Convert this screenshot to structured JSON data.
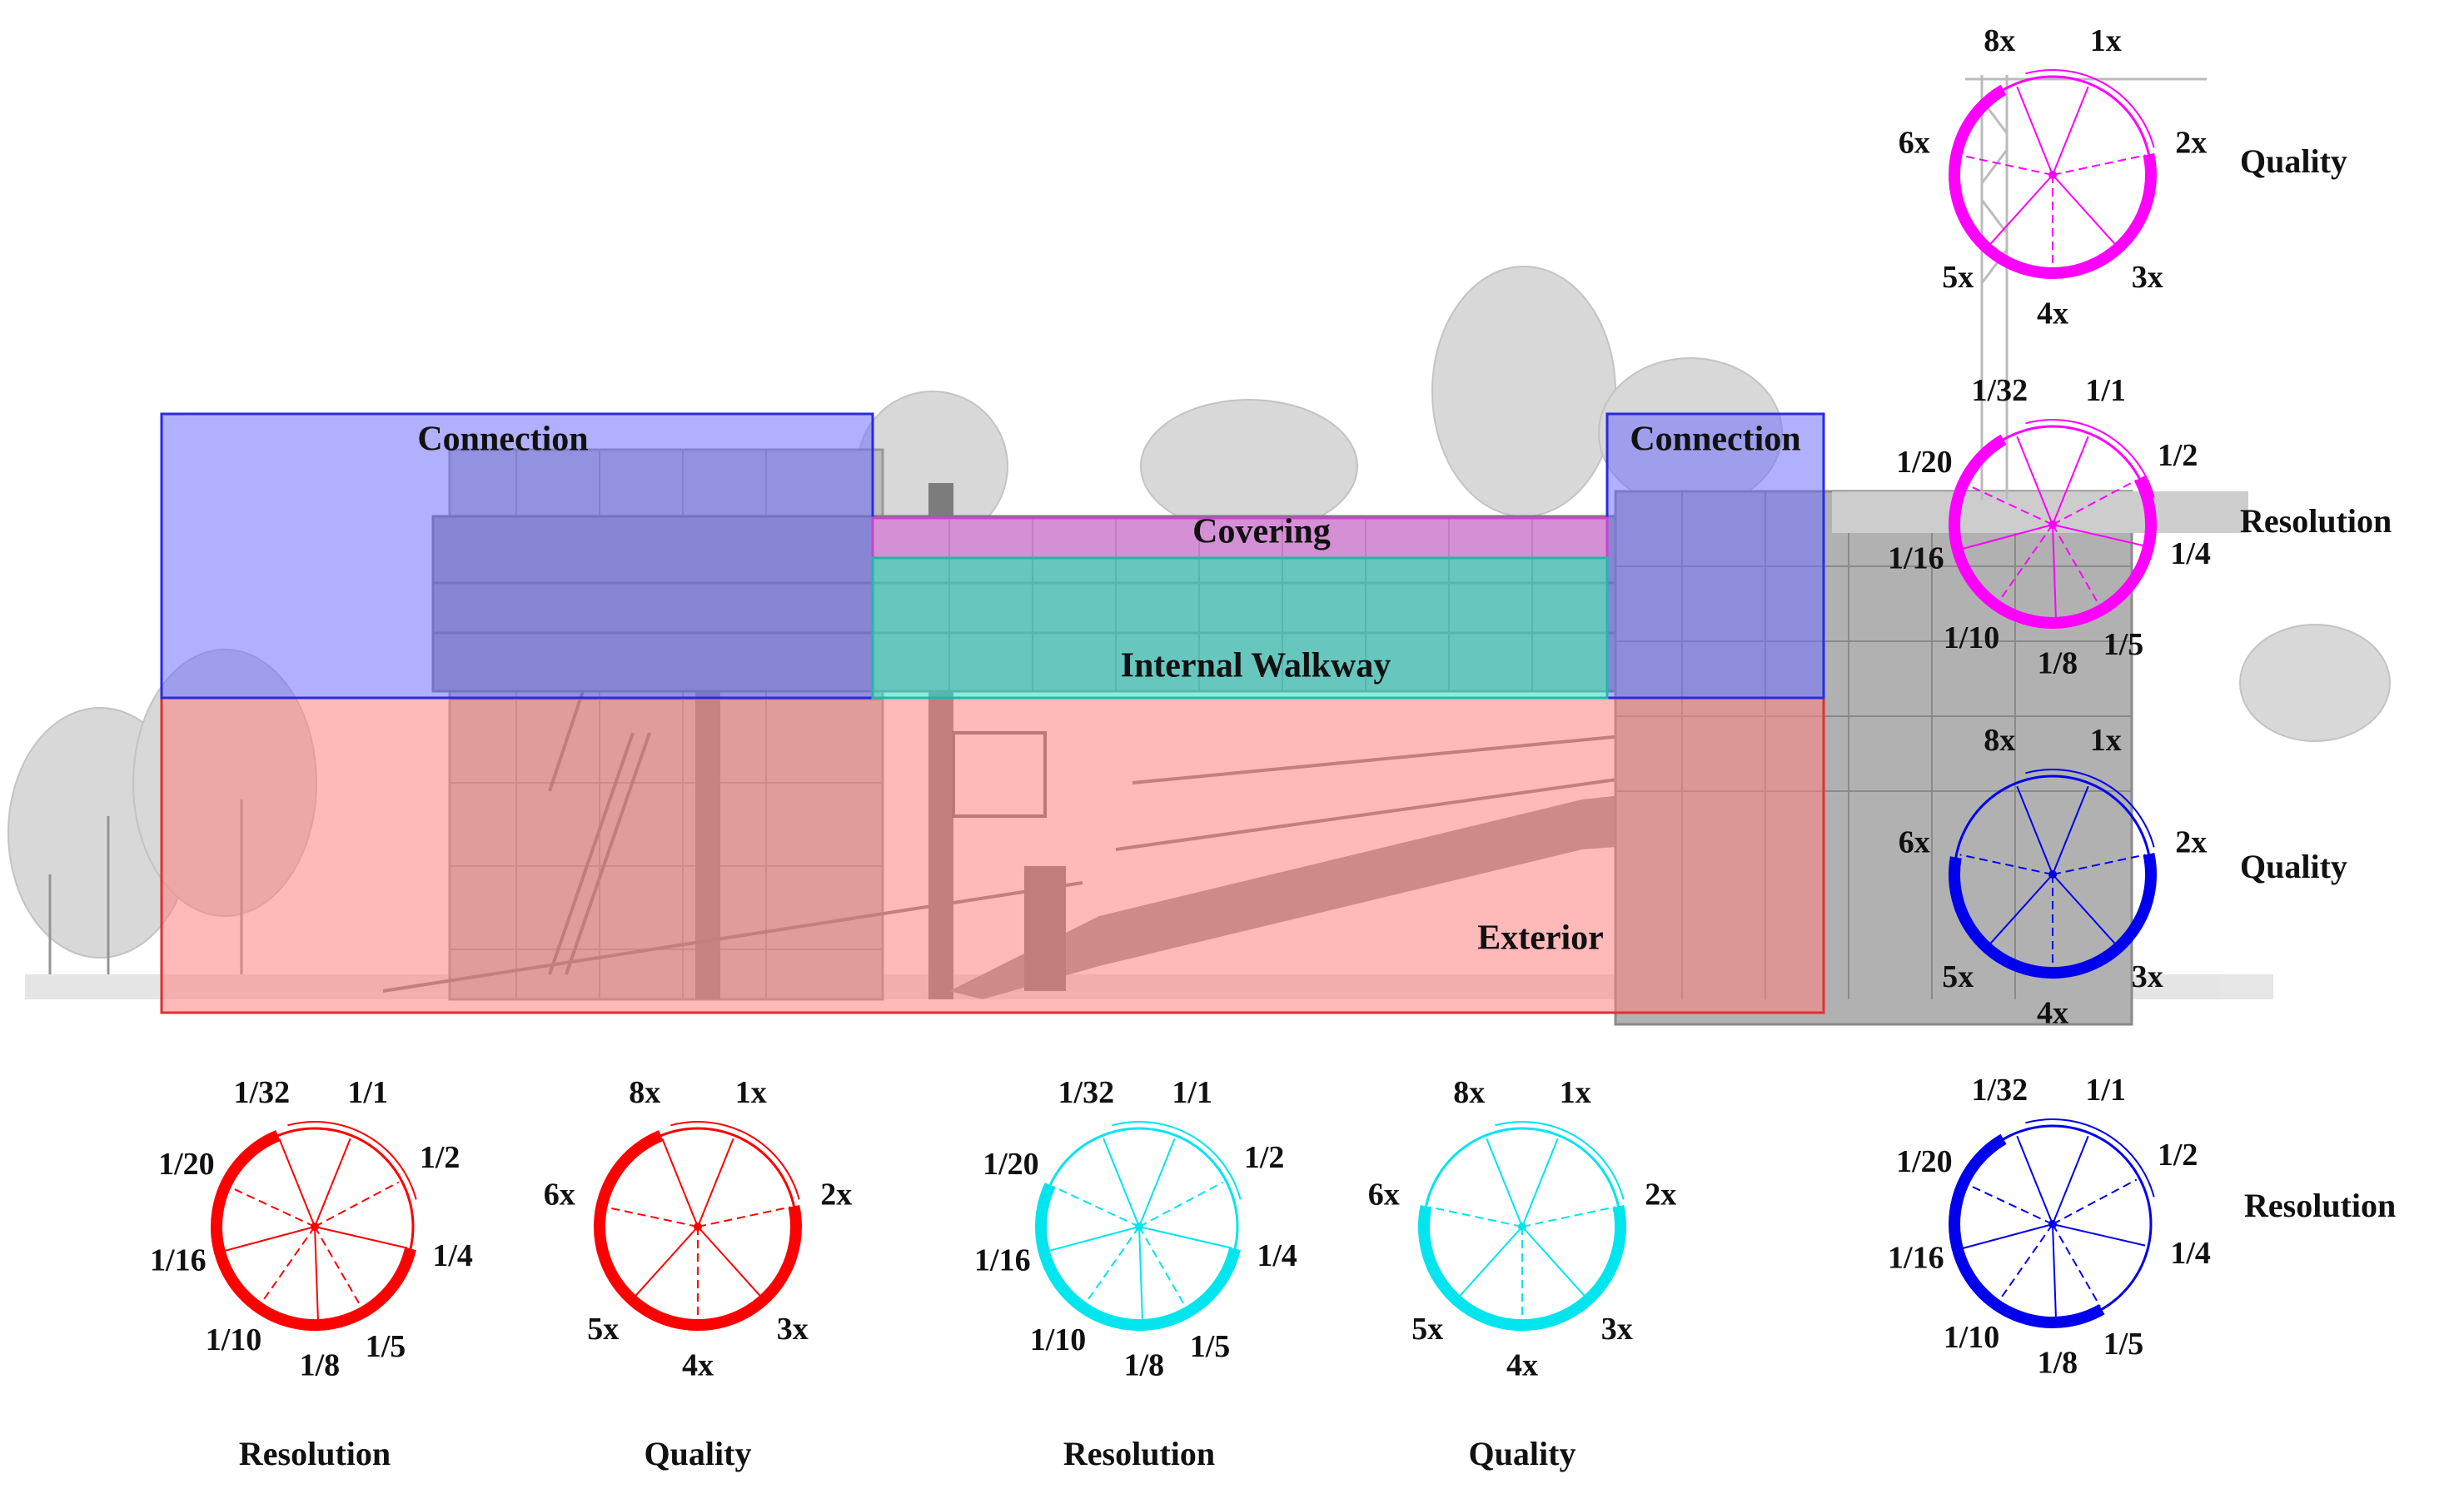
{
  "zones": [
    {
      "id": "connection-left",
      "label": "Connection",
      "fill": "#7070ff",
      "stroke": "#2a2ae0"
    },
    {
      "id": "connection-right",
      "label": "Connection",
      "fill": "#7070ff",
      "stroke": "#2a2ae0"
    },
    {
      "id": "covering",
      "label": "Covering",
      "fill": "#ff80ff",
      "stroke": "#d040d0"
    },
    {
      "id": "internal-walkway",
      "label": "Internal Walkway",
      "fill": "#40e0d0",
      "stroke": "#20b8a8"
    },
    {
      "id": "exterior",
      "label": "Exterior",
      "fill": "#ff8080",
      "stroke": "#e03030"
    }
  ],
  "dials": {
    "resolution_labels": [
      "1/1",
      "1/2",
      "1/4",
      "1/5",
      "1/8",
      "1/10",
      "1/16",
      "1/20",
      "1/32"
    ],
    "quality_labels": [
      "1x",
      "2x",
      "3x",
      "4x",
      "5x",
      "6x",
      "8x"
    ],
    "resolution_caption": "Resolution",
    "quality_caption": "Quality",
    "colors": {
      "magenta": "#ff00ff",
      "blue": "#0000ee",
      "red": "#ff0000",
      "cyan": "#00e5ee"
    }
  }
}
